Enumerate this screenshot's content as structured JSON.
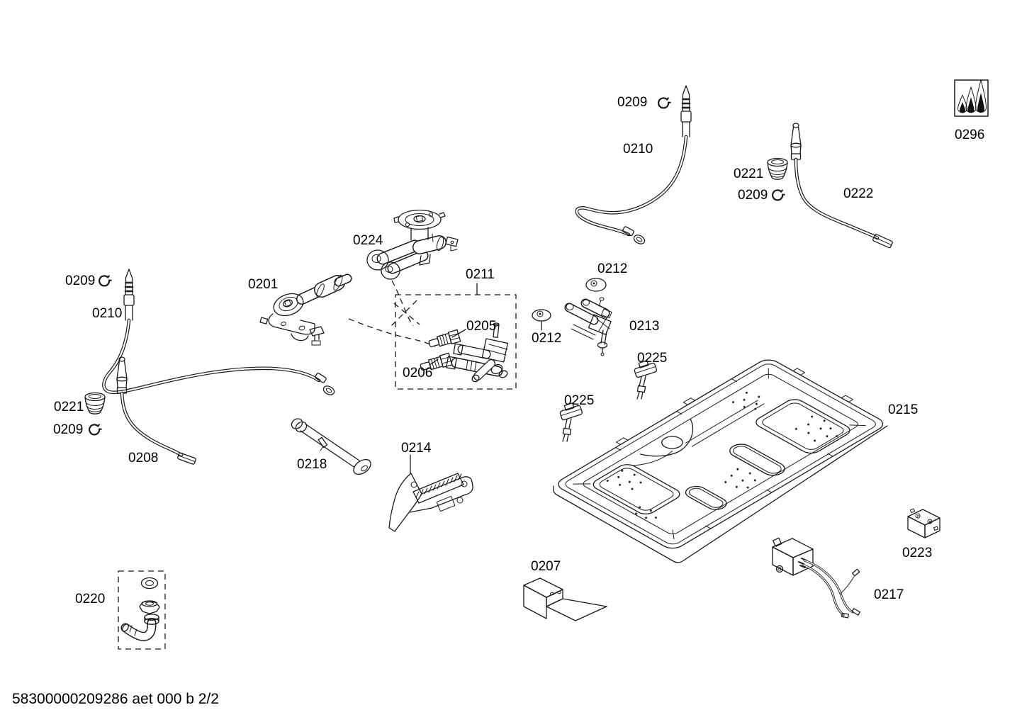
{
  "doc": {
    "footer": "58300000209286 aet 000 b 2/2",
    "ink": "#1a1a1a"
  },
  "labels": [
    {
      "id": "l-0209-top",
      "text": "0209"
    },
    {
      "id": "l-0210-top",
      "text": "0210"
    },
    {
      "id": "l-0296",
      "text": "0296"
    },
    {
      "id": "l-0221-right",
      "text": "0221"
    },
    {
      "id": "l-0209-right",
      "text": "0209"
    },
    {
      "id": "l-0222",
      "text": "0222"
    },
    {
      "id": "l-0224",
      "text": "0224"
    },
    {
      "id": "l-0201",
      "text": "0201"
    },
    {
      "id": "l-0209-left-top",
      "text": "0209"
    },
    {
      "id": "l-0210-left",
      "text": "0210"
    },
    {
      "id": "l-0211",
      "text": "0211"
    },
    {
      "id": "l-0205",
      "text": "0205"
    },
    {
      "id": "l-0212-top",
      "text": "0212"
    },
    {
      "id": "l-0212-bottom",
      "text": "0212"
    },
    {
      "id": "l-0213",
      "text": "0213"
    },
    {
      "id": "l-0206",
      "text": "0206"
    },
    {
      "id": "l-0225-right",
      "text": "0225"
    },
    {
      "id": "l-0225-left",
      "text": "0225"
    },
    {
      "id": "l-0215",
      "text": "0215"
    },
    {
      "id": "l-0221-left",
      "text": "0221"
    },
    {
      "id": "l-0209-left-low",
      "text": "0209"
    },
    {
      "id": "l-0208",
      "text": "0208"
    },
    {
      "id": "l-0218",
      "text": "0218"
    },
    {
      "id": "l-0214",
      "text": "0214"
    },
    {
      "id": "l-0220",
      "text": "0220"
    },
    {
      "id": "l-0207",
      "text": "0207"
    },
    {
      "id": "l-0223",
      "text": "0223"
    },
    {
      "id": "l-0217",
      "text": "0217"
    }
  ]
}
